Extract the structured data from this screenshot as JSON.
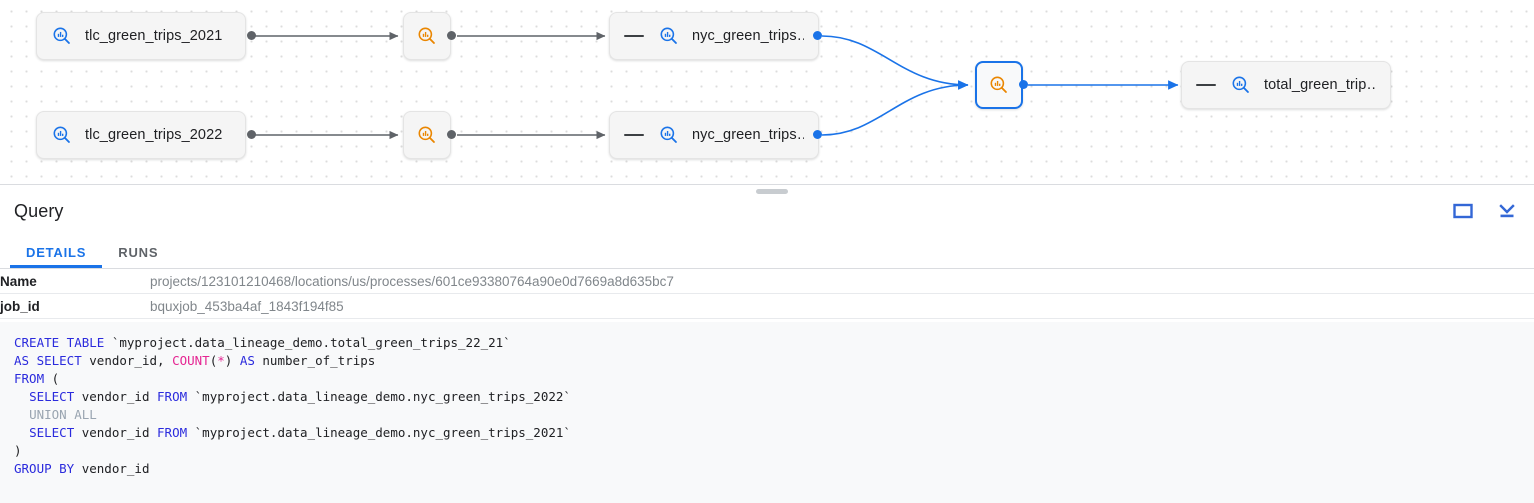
{
  "lineage": {
    "nodes": [
      {
        "id": "tlc2021",
        "type": "table",
        "label": "tlc_green_trips_2021",
        "icon": "bigquery-table-search-icon",
        "icon_color": "#1a73e8",
        "collapsible": false,
        "selected": false
      },
      {
        "id": "tlc2022",
        "type": "table",
        "label": "tlc_green_trips_2022",
        "icon": "bigquery-table-search-icon",
        "icon_color": "#1a73e8",
        "collapsible": false,
        "selected": false
      },
      {
        "id": "proc1",
        "type": "process",
        "label": "",
        "icon": "bigquery-process-search-icon",
        "icon_color": "#ea8600",
        "collapsible": false,
        "selected": false
      },
      {
        "id": "proc2",
        "type": "process",
        "label": "",
        "icon": "bigquery-process-search-icon",
        "icon_color": "#ea8600",
        "collapsible": false,
        "selected": false
      },
      {
        "id": "nyc2021",
        "type": "table",
        "label": "nyc_green_trips…",
        "icon": "bigquery-table-search-icon",
        "icon_color": "#1a73e8",
        "collapsible": true,
        "selected": false
      },
      {
        "id": "nyc2022",
        "type": "table",
        "label": "nyc_green_trips…",
        "icon": "bigquery-table-search-icon",
        "icon_color": "#1a73e8",
        "collapsible": true,
        "selected": false
      },
      {
        "id": "procSel",
        "type": "process",
        "label": "",
        "icon": "bigquery-process-search-icon",
        "icon_color": "#ea8600",
        "collapsible": false,
        "selected": true
      },
      {
        "id": "total",
        "type": "table",
        "label": "total_green_trip…",
        "icon": "bigquery-table-search-icon",
        "icon_color": "#1a73e8",
        "collapsible": true,
        "selected": false
      }
    ],
    "colors": {
      "edge_grey": "#5f6368",
      "edge_blue": "#1a73e8",
      "node_bg": "#f5f5f5",
      "selected_border": "#1a73e8"
    }
  },
  "panel": {
    "title": "Query",
    "actions": [
      {
        "name": "split-pane-icon",
        "label": "Open in split pane"
      },
      {
        "name": "collapse-panel-icon",
        "label": "Collapse panel"
      }
    ],
    "tabs": [
      {
        "id": "details",
        "label": "DETAILS",
        "active": true
      },
      {
        "id": "runs",
        "label": "RUNS",
        "active": false
      }
    ],
    "details": [
      {
        "key": "Name",
        "value": "projects/123101210468/locations/us/processes/601ce93380764a90e0d7669a8d635bc7"
      },
      {
        "key": "job_id",
        "value": "bquxjob_453ba4af_1843f194f85"
      }
    ],
    "sql": {
      "lines": [
        [
          {
            "t": "CREATE TABLE ",
            "c": "kw"
          },
          {
            "t": "`myproject.data_lineage_demo.total_green_trips_22_21`",
            "c": ""
          }
        ],
        [
          {
            "t": "AS SELECT ",
            "c": "kw"
          },
          {
            "t": "vendor_id, ",
            "c": ""
          },
          {
            "t": "COUNT",
            "c": "fn"
          },
          {
            "t": "(",
            "c": ""
          },
          {
            "t": "*",
            "c": "op"
          },
          {
            "t": ") ",
            "c": ""
          },
          {
            "t": "AS ",
            "c": "kw"
          },
          {
            "t": "number_of_trips",
            "c": ""
          }
        ],
        [
          {
            "t": "FROM ",
            "c": "kw"
          },
          {
            "t": "(",
            "c": ""
          }
        ],
        [
          {
            "t": "  ",
            "c": ""
          },
          {
            "t": "SELECT ",
            "c": "kw"
          },
          {
            "t": "vendor_id ",
            "c": ""
          },
          {
            "t": "FROM ",
            "c": "kw"
          },
          {
            "t": "`myproject.data_lineage_demo.nyc_green_trips_2022`",
            "c": ""
          }
        ],
        [
          {
            "t": "  ",
            "c": ""
          },
          {
            "t": "UNION ALL",
            "c": "soft"
          }
        ],
        [
          {
            "t": "  ",
            "c": ""
          },
          {
            "t": "SELECT ",
            "c": "kw"
          },
          {
            "t": "vendor_id ",
            "c": ""
          },
          {
            "t": "FROM ",
            "c": "kw"
          },
          {
            "t": "`myproject.data_lineage_demo.nyc_green_trips_2021`",
            "c": ""
          }
        ],
        [
          {
            "t": ")",
            "c": ""
          }
        ],
        [
          {
            "t": "GROUP BY ",
            "c": "kw"
          },
          {
            "t": "vendor_id",
            "c": ""
          }
        ]
      ]
    }
  }
}
